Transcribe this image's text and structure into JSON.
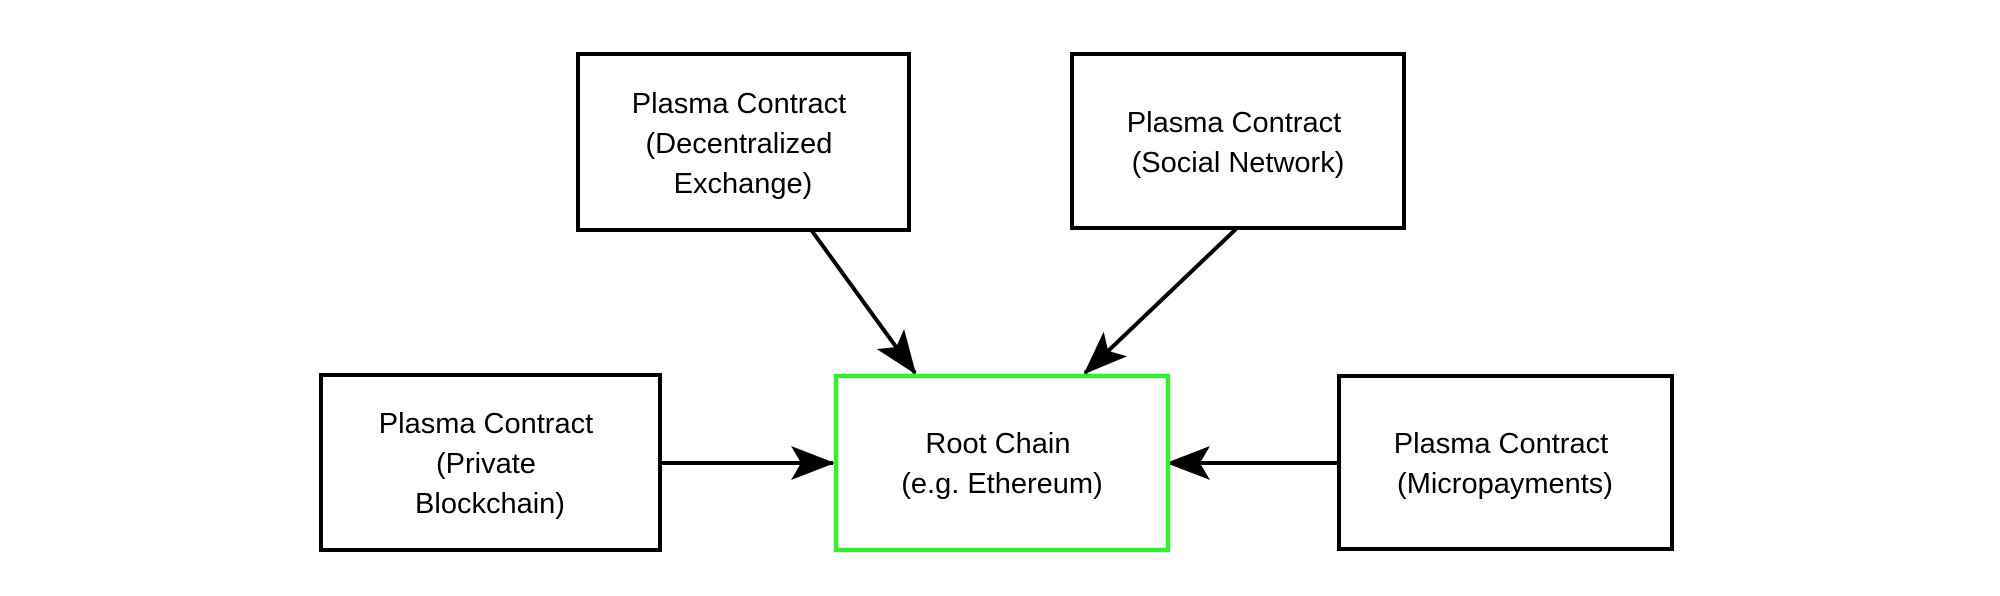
{
  "colors": {
    "box_border": "#000000",
    "root_border": "#33ee33",
    "arrow": "#000000",
    "background": "#ffffff"
  },
  "nodes": [
    {
      "id": "root-chain",
      "lines": [
        "Root Chain",
        "(e.g. Ethereum)"
      ]
    },
    {
      "id": "decentralized-exchange",
      "lines": [
        "Plasma Contract",
        "(Decentralized",
        "Exchange)"
      ]
    },
    {
      "id": "social-network",
      "lines": [
        "Plasma Contract",
        "(Social Network)"
      ]
    },
    {
      "id": "private-blockchain",
      "lines": [
        "Plasma Contract",
        "(Private",
        "Blockchain)"
      ]
    },
    {
      "id": "micropayments",
      "lines": [
        "Plasma Contract",
        "(Micropayments)"
      ]
    }
  ],
  "edges": [
    {
      "from": "decentralized-exchange",
      "to": "root-chain"
    },
    {
      "from": "social-network",
      "to": "root-chain"
    },
    {
      "from": "private-blockchain",
      "to": "root-chain"
    },
    {
      "from": "micropayments",
      "to": "root-chain"
    }
  ]
}
